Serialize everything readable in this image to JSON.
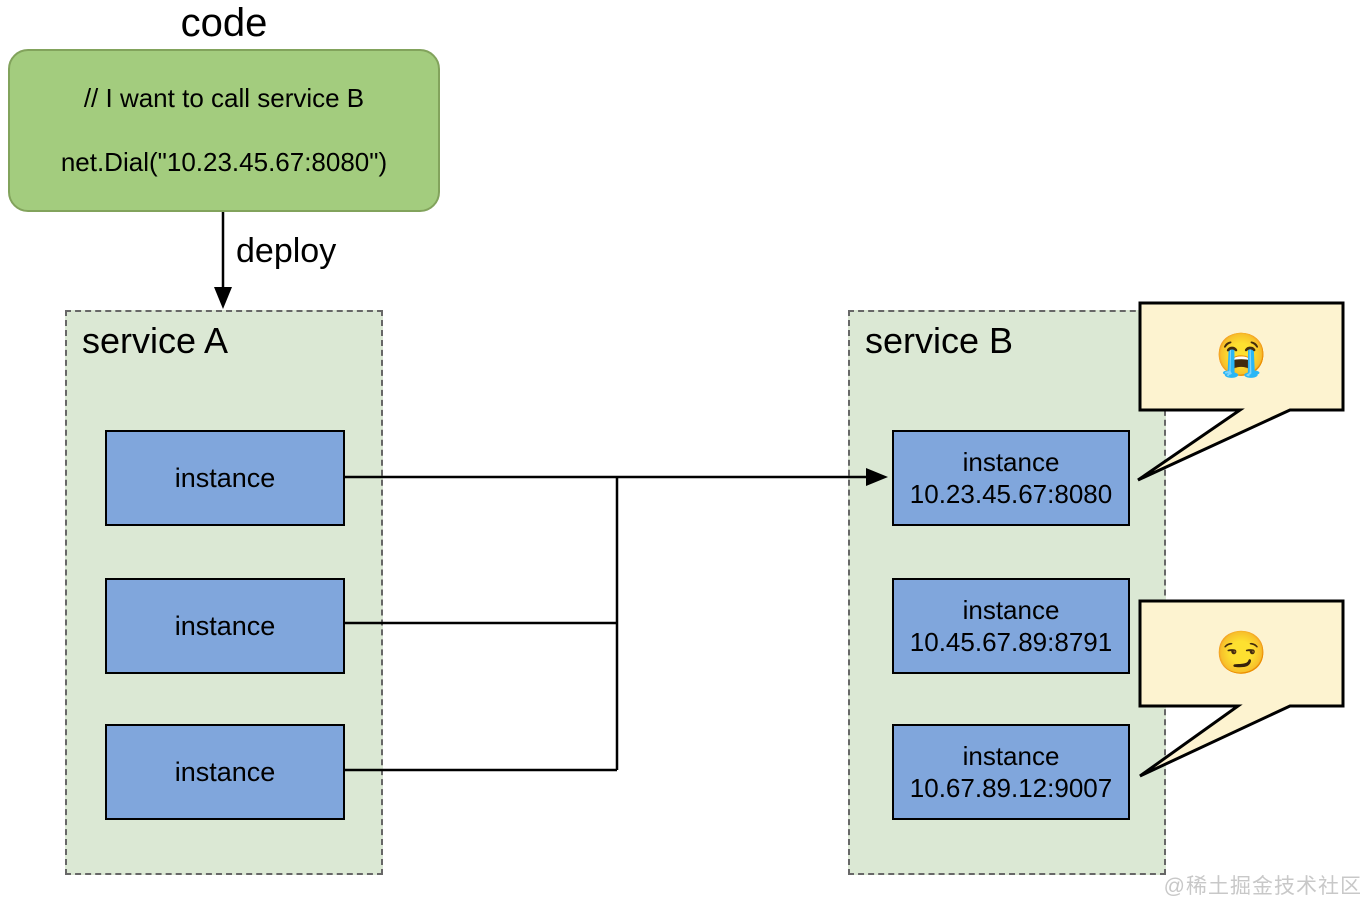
{
  "title": "code",
  "code_box": {
    "line1": "// I want to call service B",
    "line2": "net.Dial(\"10.23.45.67:8080\")"
  },
  "deploy_label": "deploy",
  "service_a": {
    "title": "service A",
    "instances": [
      "instance",
      "instance",
      "instance"
    ]
  },
  "service_b": {
    "title": "service B",
    "instances": [
      {
        "label": "instance",
        "address": "10.23.45.67:8080"
      },
      {
        "label": "instance",
        "address": "10.45.67.89:8791"
      },
      {
        "label": "instance",
        "address": "10.67.89.12:9007"
      }
    ]
  },
  "bubbles": [
    {
      "emoji": "😭",
      "meaning": "loudly-crying-face"
    },
    {
      "emoji": "😏",
      "meaning": "smirking-face"
    }
  ],
  "watermark": "@稀土掘金技术社区",
  "colors": {
    "code_box_fill": "#a3cc7e",
    "code_box_border": "#82a35c",
    "service_fill": "#dbe8d4",
    "service_border": "#676767",
    "instance_fill": "#80a6dc",
    "instance_border": "#000000",
    "bubble_fill": "#fdf3d0",
    "bubble_border": "#000000",
    "line_color": "#000000",
    "watermark_color": "#c8c8c8"
  }
}
